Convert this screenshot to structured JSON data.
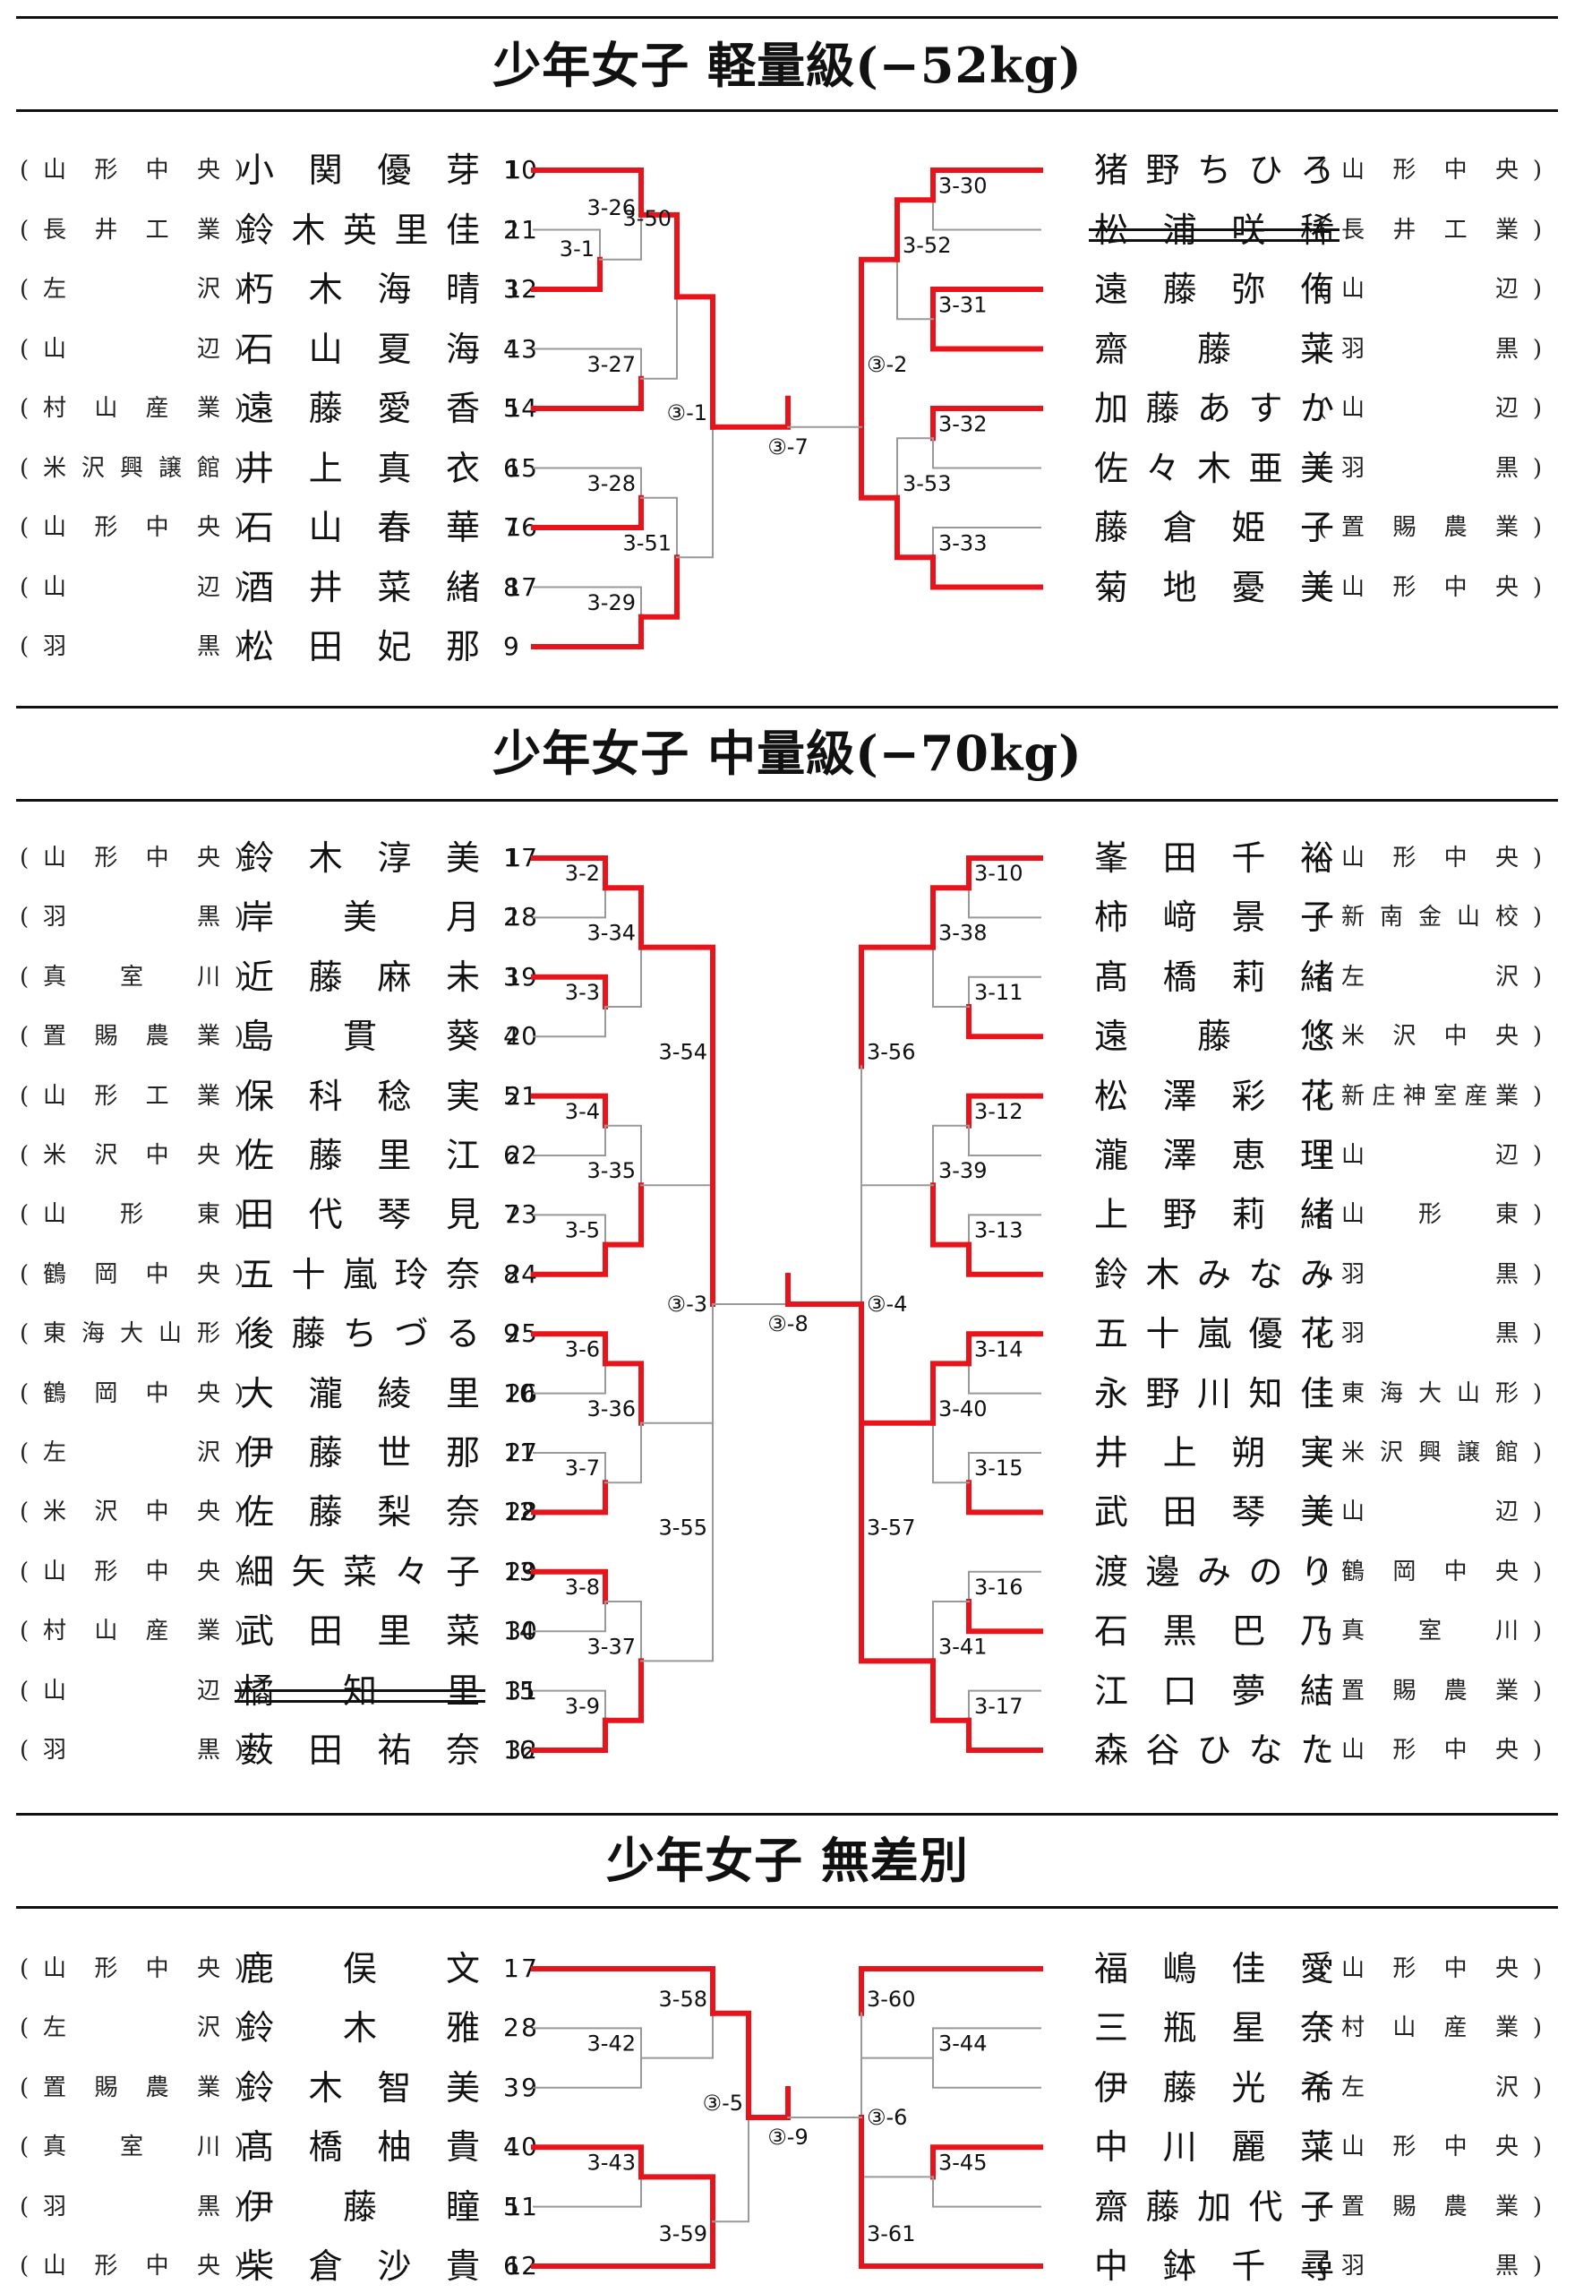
{
  "brackets": [
    {
      "title": "少年女子 軽量級(−52kg)",
      "left": [
        {
          "num": "1",
          "name": "小関優芽",
          "school": "山形中央"
        },
        {
          "num": "2",
          "name": "鈴木英里佳",
          "school": "長井工業"
        },
        {
          "num": "3",
          "name": "朽木海晴",
          "school": "左沢"
        },
        {
          "num": "4",
          "name": "石山夏海",
          "school": "山辺"
        },
        {
          "num": "5",
          "name": "遠藤愛香",
          "school": "村山産業"
        },
        {
          "num": "6",
          "name": "井上真衣",
          "school": "米沢興譲館"
        },
        {
          "num": "7",
          "name": "石山春華",
          "school": "山形中央"
        },
        {
          "num": "8",
          "name": "酒井菜緒",
          "school": "山辺"
        },
        {
          "num": "9",
          "name": "松田妃那",
          "school": "羽黒"
        }
      ],
      "right": [
        {
          "num": "10",
          "name": "猪野ちひろ",
          "school": "山形中央"
        },
        {
          "num": "11",
          "name": "松浦咲稀",
          "school": "長井工業",
          "withdrawn": true
        },
        {
          "num": "12",
          "name": "遠藤弥侑",
          "school": "山辺"
        },
        {
          "num": "13",
          "name": "齋藤菜",
          "school": "羽黒"
        },
        {
          "num": "14",
          "name": "加藤あすか",
          "school": "山辺"
        },
        {
          "num": "15",
          "name": "佐々木亜美",
          "school": "羽黒"
        },
        {
          "num": "16",
          "name": "藤倉姫子",
          "school": "置賜農業"
        },
        {
          "num": "17",
          "name": "菊地憂美",
          "school": "山形中央"
        }
      ],
      "matches": {
        "l0_1": "3-1",
        "l1a": "3-26",
        "l1b": "3-27",
        "l1c": "3-28",
        "l1d": "3-29",
        "l2a": "3-50",
        "l2b": "3-51",
        "l3": "③-1",
        "r1a": "3-30",
        "r1b": "3-31",
        "r1c": "3-32",
        "r1d": "3-33",
        "r2a": "3-52",
        "r2b": "3-53",
        "r3": "③-2",
        "final": "③-7"
      }
    },
    {
      "title": "少年女子 中量級(−70kg)",
      "left": [
        {
          "num": "1",
          "name": "鈴木淳美",
          "school": "山形中央"
        },
        {
          "num": "2",
          "name": "岸美月",
          "school": "羽黒"
        },
        {
          "num": "3",
          "name": "近藤麻未",
          "school": "真室川"
        },
        {
          "num": "4",
          "name": "島貫葵",
          "school": "置賜農業"
        },
        {
          "num": "5",
          "name": "保科稔実",
          "school": "山形工業"
        },
        {
          "num": "6",
          "name": "佐藤里江",
          "school": "米沢中央"
        },
        {
          "num": "7",
          "name": "田代琴見",
          "school": "山形東"
        },
        {
          "num": "8",
          "name": "五十嵐玲奈",
          "school": "鶴岡中央"
        },
        {
          "num": "9",
          "name": "後藤ちづる",
          "school": "東海大山形"
        },
        {
          "num": "10",
          "name": "大瀧綾里",
          "school": "鶴岡中央"
        },
        {
          "num": "11",
          "name": "伊藤世那",
          "school": "左沢"
        },
        {
          "num": "12",
          "name": "佐藤梨奈",
          "school": "米沢中央"
        },
        {
          "num": "13",
          "name": "細矢菜々子",
          "school": "山形中央"
        },
        {
          "num": "14",
          "name": "武田里菜",
          "school": "村山産業"
        },
        {
          "num": "15",
          "name": "橘知里",
          "school": "山辺",
          "withdrawn": true
        },
        {
          "num": "16",
          "name": "薮田祐奈",
          "school": "羽黒"
        }
      ],
      "right": [
        {
          "num": "17",
          "name": "峯田千裕",
          "school": "山形中央"
        },
        {
          "num": "18",
          "name": "柿﨑景子",
          "school": "新南金山校"
        },
        {
          "num": "19",
          "name": "髙橋莉緒",
          "school": "左沢"
        },
        {
          "num": "20",
          "name": "遠藤悠",
          "school": "米沢中央"
        },
        {
          "num": "21",
          "name": "松澤彩花",
          "school": "新庄神室産業"
        },
        {
          "num": "22",
          "name": "瀧澤恵理",
          "school": "山辺"
        },
        {
          "num": "23",
          "name": "上野莉緒",
          "school": "山形東"
        },
        {
          "num": "24",
          "name": "鈴木みなみ",
          "school": "羽黒"
        },
        {
          "num": "25",
          "name": "五十嵐優花",
          "school": "羽黒"
        },
        {
          "num": "26",
          "name": "永野川知佳",
          "school": "東海大山形"
        },
        {
          "num": "27",
          "name": "井上朔実",
          "school": "米沢興譲館"
        },
        {
          "num": "28",
          "name": "武田琴美",
          "school": "山辺"
        },
        {
          "num": "29",
          "name": "渡邊みのり",
          "school": "鶴岡中央"
        },
        {
          "num": "30",
          "name": "石黒巴乃",
          "school": "真室川"
        },
        {
          "num": "31",
          "name": "江口夢結",
          "school": "置賜農業"
        },
        {
          "num": "32",
          "name": "森谷ひなた",
          "school": "山形中央"
        }
      ],
      "matches": {
        "l1": [
          "3-2",
          "3-3",
          "3-4",
          "3-5",
          "3-6",
          "3-7",
          "3-8",
          "3-9"
        ],
        "l2": [
          "3-34",
          "3-35",
          "3-36",
          "3-37"
        ],
        "l3": [
          "3-54",
          "3-55"
        ],
        "l4": "③-3",
        "r1": [
          "3-10",
          "3-11",
          "3-12",
          "3-13",
          "3-14",
          "3-15",
          "3-16",
          "3-17"
        ],
        "r2": [
          "3-38",
          "3-39",
          "3-40",
          "3-41"
        ],
        "r3": [
          "3-56",
          "3-57"
        ],
        "r4": "③-4",
        "final": "③-8"
      }
    },
    {
      "title": "少年女子 無差別",
      "left": [
        {
          "num": "1",
          "name": "鹿俣文",
          "school": "山形中央"
        },
        {
          "num": "2",
          "name": "鈴木雅",
          "school": "左沢"
        },
        {
          "num": "3",
          "name": "鈴木智美",
          "school": "置賜農業"
        },
        {
          "num": "4",
          "name": "髙橋柚貴",
          "school": "真室川"
        },
        {
          "num": "5",
          "name": "伊藤瞳",
          "school": "羽黒"
        },
        {
          "num": "6",
          "name": "柴倉沙貴",
          "school": "山形中央"
        }
      ],
      "right": [
        {
          "num": "7",
          "name": "福嶋佳愛",
          "school": "山形中央"
        },
        {
          "num": "8",
          "name": "三瓶星奈",
          "school": "村山産業"
        },
        {
          "num": "9",
          "name": "伊藤光希",
          "school": "左沢"
        },
        {
          "num": "10",
          "name": "中川麗菜",
          "school": "山形中央"
        },
        {
          "num": "11",
          "name": "齋藤加代子",
          "school": "置賜農業"
        },
        {
          "num": "12",
          "name": "中鉢千尋",
          "school": "羽黒"
        }
      ],
      "matches": {
        "l1a": "3-42",
        "l1b": "3-43",
        "l2a": "3-58",
        "l2b": "3-59",
        "l3": "③-5",
        "r1a": "3-44",
        "r1b": "3-45",
        "r2a": "3-60",
        "r2b": "3-61",
        "r3": "③-6",
        "final": "③-9"
      }
    }
  ]
}
